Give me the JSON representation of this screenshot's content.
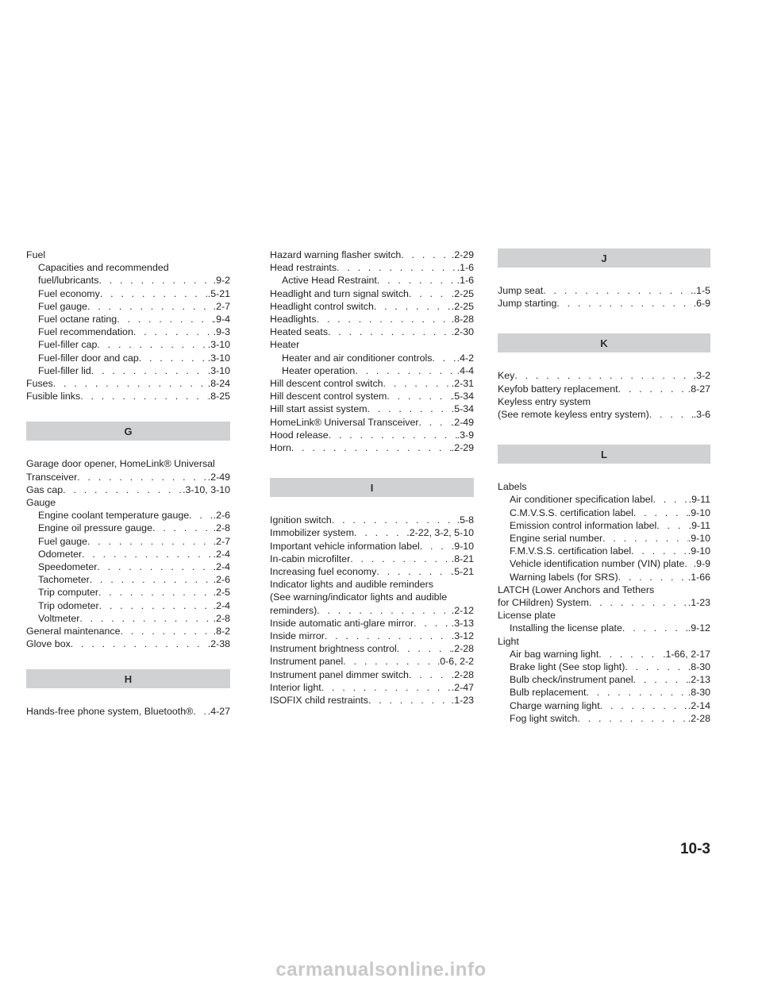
{
  "page_number": "10-3",
  "watermark": "carmanualsonline.info",
  "col1": {
    "fuel_head": "Fuel",
    "fuel_cap_l1": "Capacities and recommended",
    "fuel_cap_l2": "fuel/lubricants",
    "fuel_cap_p": ".9-2",
    "fuel_econ": "Fuel economy",
    "fuel_econ_p": ".5-21",
    "fuel_gauge": "Fuel gauge",
    "fuel_gauge_p": ".2-7",
    "fuel_octane": "Fuel octane rating",
    "fuel_octane_p": ".9-4",
    "fuel_rec": "Fuel recommendation",
    "fuel_rec_p": ".9-3",
    "filler_cap": "Fuel-filler cap",
    "filler_cap_p": ".3-10",
    "filler_door": "Fuel-filler door and cap",
    "filler_door_p": ".3-10",
    "filler_lid": "Fuel-filler lid",
    "filler_lid_p": ".3-10",
    "fuses": "Fuses",
    "fuses_p": ".8-24",
    "fusible": "Fusible links",
    "fusible_p": ".8-25",
    "g_letter": "G",
    "garage_l1": "Garage door opener, HomeLink® Universal",
    "garage_l2": "Transceiver",
    "garage_p": ".2-49",
    "gascap": "Gas cap",
    "gascap_p": ".3-10, 3-10",
    "gauge_head": "Gauge",
    "g_coolant": "Engine coolant temperature gauge",
    "g_coolant_p": ".2-6",
    "g_oil": "Engine oil pressure gauge",
    "g_oil_p": ".2-8",
    "g_fuel": "Fuel gauge",
    "g_fuel_p": ".2-7",
    "g_odo": "Odometer",
    "g_odo_p": ".2-4",
    "g_speedo": "Speedometer",
    "g_speedo_p": ".2-4",
    "g_tacho": "Tachometer",
    "g_tacho_p": ".2-6",
    "g_tripc": "Trip computer",
    "g_tripc_p": ".2-5",
    "g_tripo": "Trip odometer",
    "g_tripo_p": ".2-4",
    "g_volt": "Voltmeter",
    "g_volt_p": ".2-8",
    "gen_maint": "General maintenance",
    "gen_maint_p": ".8-2",
    "glove": "Glove box",
    "glove_p": ".2-38",
    "h_letter": "H",
    "handsfree": "Hands-free phone system, Bluetooth®",
    "handsfree_p": ".4-27"
  },
  "col2": {
    "hazard": "Hazard warning flasher switch",
    "hazard_p": ".2-29",
    "headrest": "Head restraints",
    "headrest_p": ".1-6",
    "active_hr": "Active Head Restraint",
    "active_hr_p": ".1-6",
    "headlight_turn": "Headlight and turn signal switch",
    "headlight_turn_p": ".2-25",
    "headlight_ctrl": "Headlight control switch",
    "headlight_ctrl_p": ".2-25",
    "headlights": "Headlights",
    "headlights_p": ".8-28",
    "heated_seats": "Heated seats",
    "heated_seats_p": ".2-30",
    "heater_head": "Heater",
    "heater_ac": "Heater and air conditioner controls",
    "heater_ac_p": ".4-2",
    "heater_op": "Heater operation",
    "heater_op_p": ".4-4",
    "hill_descent_sw": "Hill descent control switch",
    "hill_descent_sw_p": ".2-31",
    "hill_descent_sys": "Hill descent control system",
    "hill_descent_sys_p": ".5-34",
    "hill_start": "Hill start assist system",
    "hill_start_p": ".5-34",
    "homelink": "HomeLink® Universal Transceiver",
    "homelink_p": ".2-49",
    "hood": "Hood release",
    "hood_p": ".3-9",
    "horn": "Horn",
    "horn_p": ".2-29",
    "i_letter": "I",
    "ignition": "Ignition switch",
    "ignition_p": ".5-8",
    "immobilizer": "Immobilizer system",
    "immobilizer_p": ".2-22, 3-2, 5-10",
    "important": "Important vehicle information label",
    "important_p": ".9-10",
    "microfilter": "In-cabin microfilter",
    "microfilter_p": ".8-21",
    "incr_fuel": "Increasing fuel economy",
    "incr_fuel_p": ".5-21",
    "indicator_l1": "Indicator lights and audible reminders",
    "indicator_l2": "(See warning/indicator lights and audible",
    "indicator_l3": "reminders)",
    "indicator_p": ".2-12",
    "auto_mirror": "Inside automatic anti-glare mirror",
    "auto_mirror_p": ".3-13",
    "inside_mirror": "Inside mirror",
    "inside_mirror_p": ".3-12",
    "instr_bright": "Instrument brightness control",
    "instr_bright_p": ".2-28",
    "instr_panel": "Instrument panel",
    "instr_panel_p": ".0-6, 2-2",
    "instr_dimmer": "Instrument panel dimmer switch",
    "instr_dimmer_p": ".2-28",
    "interior_light": "Interior light",
    "interior_light_p": ".2-47",
    "isofix": "ISOFIX child restraints",
    "isofix_p": ".1-23"
  },
  "col3": {
    "j_letter": "J",
    "jump_seat": "Jump seat",
    "jump_seat_p": ".1-5",
    "jump_start": "Jump starting",
    "jump_start_p": ".6-9",
    "k_letter": "K",
    "key": "Key",
    "key_p": ".3-2",
    "keyfob": "Keyfob battery replacement",
    "keyfob_p": ".8-27",
    "keyless_head": "Keyless entry system",
    "keyless_see": "(See remote keyless entry system)",
    "keyless_p": ".3-6",
    "l_letter": "L",
    "labels_head": "Labels",
    "lbl_ac": "Air conditioner specification label",
    "lbl_ac_p": ".9-11",
    "lbl_cmvss": "C.M.V.S.S. certification label",
    "lbl_cmvss_p": ".9-10",
    "lbl_emission": "Emission control information label",
    "lbl_emission_p": ".9-11",
    "lbl_engine": "Engine serial number",
    "lbl_engine_p": ".9-10",
    "lbl_fmvss": "F.M.V.S.S. certification label",
    "lbl_fmvss_p": ".9-10",
    "lbl_vin": "Vehicle identification number (VIN) plate",
    "lbl_vin_p": ".9-9",
    "lbl_warn": "Warning labels (for SRS)",
    "lbl_warn_p": ".1-66",
    "latch_l1": "LATCH (Lower Anchors and Tethers",
    "latch_l2": "for CHildren) System",
    "latch_p": ".1-23",
    "license_head": "License plate",
    "license_install": "Installing the license plate",
    "license_install_p": ".9-12",
    "light_head": "Light",
    "light_airbag": "Air bag warning light",
    "light_airbag_p": ".1-66, 2-17",
    "light_brake": "Brake light (See stop light)",
    "light_brake_p": ".8-30",
    "light_bulbcheck": "Bulb check/instrument panel",
    "light_bulbcheck_p": ".2-13",
    "light_bulbrep": "Bulb replacement",
    "light_bulbrep_p": ".8-30",
    "light_charge": "Charge warning light",
    "light_charge_p": ".2-14",
    "light_fog": "Fog light switch",
    "light_fog_p": ".2-28"
  }
}
